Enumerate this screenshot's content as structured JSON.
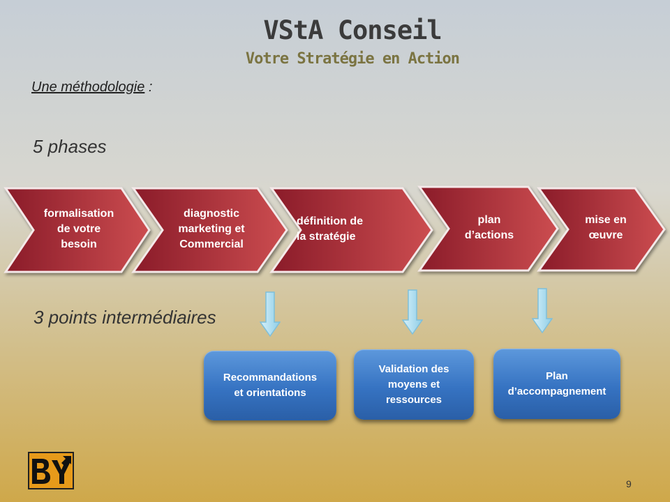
{
  "header": {
    "title": "VStA  Conseil",
    "subtitle": "Votre Stratégie en Action"
  },
  "methodology": {
    "label": "Une méthodologie",
    "suffix": " :"
  },
  "phases_label": "5 phases",
  "points_label": "3 points intermédiaires",
  "phases": [
    {
      "label": "formalisation\nde votre\nbesoin"
    },
    {
      "label": "diagnostic\nmarketing  et\nCommercial"
    },
    {
      "label": "définition de\nla stratégie"
    },
    {
      "label": "plan\nd’actions"
    },
    {
      "label": "mise en\nœuvre"
    }
  ],
  "milestones": [
    {
      "label": "Recommandations\net orientations"
    },
    {
      "label": "Validation des\nmoyens et\nressources"
    },
    {
      "label": "Plan\nd’accompagnement"
    }
  ],
  "colors": {
    "chevron_dark": "#8e1f2c",
    "chevron_light": "#c94a4e",
    "box_blue": "#3673c2",
    "arrow_blue": "#a9dcef",
    "logo_orange": "#e79a1a"
  },
  "footer": {
    "page_number": "9"
  }
}
